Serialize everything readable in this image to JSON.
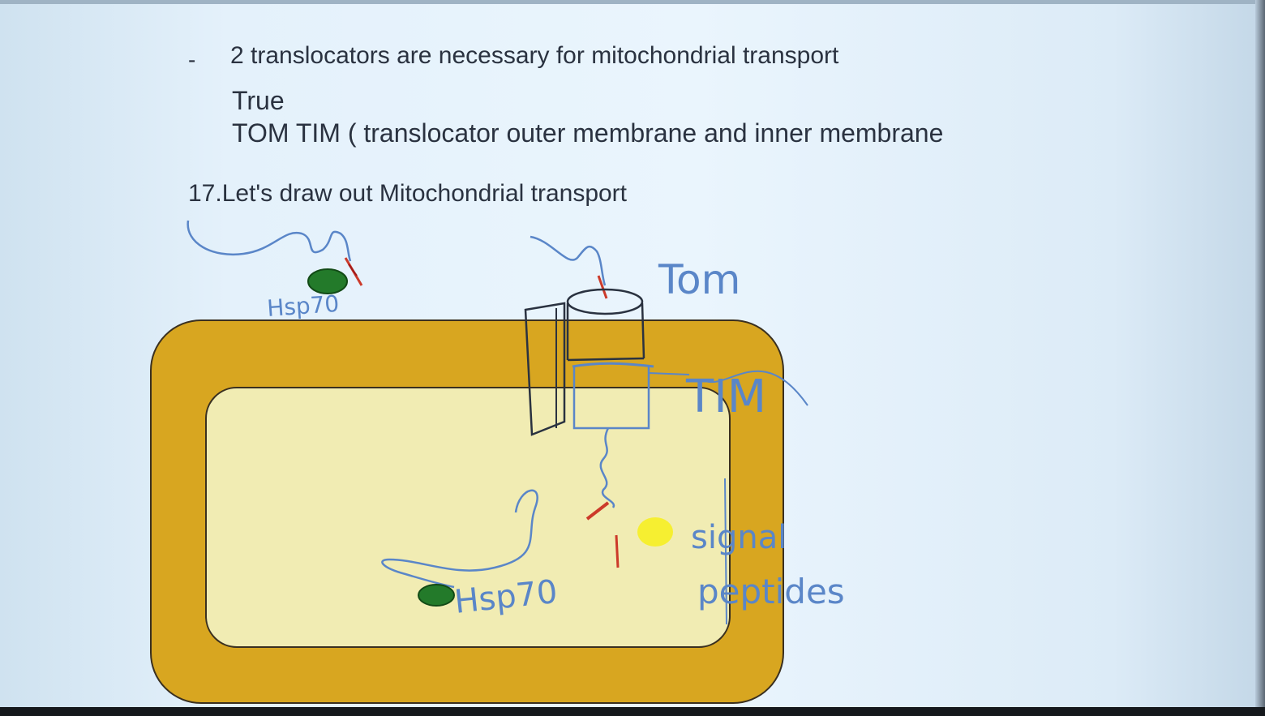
{
  "slide": {
    "bullet_marker": "-",
    "bullet_text": "2 translocators are necessary for mitochondrial transport",
    "answer": "True",
    "answer_detail": "TOM TIM ( translocator outer membrane and inner membrane",
    "question": "17.Let's draw out Mitochondrial transport"
  },
  "annotations": {
    "hsp70_cytosol": "Hsp70",
    "tom": "Tom",
    "tim": "TIM",
    "hsp70_matrix": "Hsp70",
    "signal_line1": "signal",
    "signal_line2": "peptides"
  },
  "colors": {
    "outer_membrane": "#d8a620",
    "matrix": "#f1ecb3",
    "ink_blue": "#5a86c8",
    "ink_green": "#237a2a",
    "ink_red": "#cc3a2a",
    "ink_yellow": "#f5ef2a"
  }
}
